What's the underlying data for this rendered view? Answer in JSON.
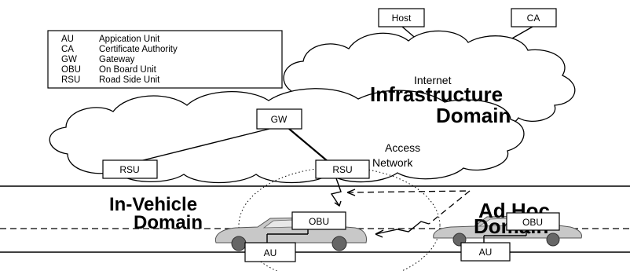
{
  "legend": {
    "entries": [
      {
        "abbr": "AU",
        "text": "Appication Unit"
      },
      {
        "abbr": "CA",
        "text": "Certificate Authority"
      },
      {
        "abbr": "GW",
        "text": "Gateway"
      },
      {
        "abbr": "OBU",
        "text": "On Board Unit"
      },
      {
        "abbr": "RSU",
        "text": "Road Side Unit"
      }
    ]
  },
  "nodes": {
    "host": "Host",
    "ca": "CA",
    "gw": "GW",
    "rsu_left": "RSU",
    "rsu_right": "RSU",
    "obu_left": "OBU",
    "obu_right": "OBU",
    "au_left": "AU",
    "au_right": "AU"
  },
  "clouds": {
    "internet": "Internet",
    "access_line1": "Access",
    "access_line2": "Network"
  },
  "domains": {
    "infrastructure_line1": "Infrastructure",
    "infrastructure_line2": "Domain",
    "ad_hoc_line1": "Ad Hoc",
    "ad_hoc_line2": "Domain",
    "in_vehicle_line1": "In-Vehicle",
    "in_vehicle_line2": "Domain"
  }
}
